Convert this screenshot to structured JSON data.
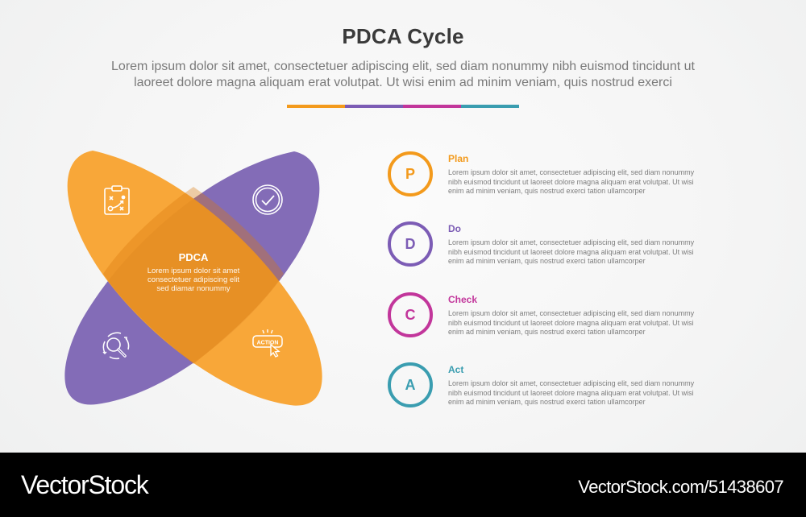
{
  "header": {
    "title": "PDCA Cycle",
    "subtitle_line1": "Lorem ipsum dolor sit amet, consectetuer adipiscing elit, sed diam nonummy nibh euismod tincidunt ut",
    "subtitle_line2": "laoreet dolore magna aliquam erat volutpat. Ut wisi enim ad minim veniam, quis nostrud exerci"
  },
  "colors": {
    "plan": "#f39a1c",
    "do": "#7c5cb5",
    "check": "#c2369b",
    "act": "#3a9db0",
    "orange_petal": "#f7a02a",
    "purple_petal": "#836cb7",
    "title_text": "#3a3a3a",
    "body_text": "#7d7d7d"
  },
  "divider": [
    "#f39a1c",
    "#7c5cb5",
    "#c2369b",
    "#3a9db0"
  ],
  "diagram": {
    "center_title": "PDCA",
    "center_line1": "Lorem ipsum dolor sit amet",
    "center_line2": "consectetuer adipiscing elit",
    "center_line3": "sed diamar nonummy",
    "icons": [
      {
        "name": "strategy-clipboard-icon",
        "position": "top-left"
      },
      {
        "name": "check-circle-icon",
        "position": "top-right"
      },
      {
        "name": "search-cycle-icon",
        "position": "bottom-left"
      },
      {
        "name": "action-button-icon",
        "position": "bottom-right",
        "label": "ACTION"
      }
    ]
  },
  "steps": [
    {
      "letter": "P",
      "title": "Plan",
      "color": "#f39a1c",
      "line1": "Lorem ipsum dolor sit amet, consectetuer adipiscing elit, sed diam nonummy",
      "line2": "nibh euismod tincidunt ut laoreet dolore magna aliquam erat volutpat. Ut wisi",
      "line3": "enim ad minim veniam, quis nostrud exerci tation ullamcorper"
    },
    {
      "letter": "D",
      "title": "Do",
      "color": "#7c5cb5",
      "line1": "Lorem ipsum dolor sit amet, consectetuer adipiscing elit, sed diam nonummy",
      "line2": "nibh euismod tincidunt ut laoreet dolore magna aliquam erat volutpat. Ut wisi",
      "line3": "enim ad minim veniam, quis nostrud exerci tation ullamcorper"
    },
    {
      "letter": "C",
      "title": "Check",
      "color": "#c2369b",
      "line1": "Lorem ipsum dolor sit amet, consectetuer adipiscing elit, sed diam nonummy",
      "line2": "nibh euismod tincidunt ut laoreet dolore magna aliquam erat volutpat. Ut wisi",
      "line3": "enim ad minim veniam, quis nostrud exerci tation ullamcorper"
    },
    {
      "letter": "A",
      "title": "Act",
      "color": "#3a9db0",
      "line1": "Lorem ipsum dolor sit amet, consectetuer adipiscing elit, sed diam nonummy",
      "line2": "nibh euismod tincidunt ut laoreet dolore magna aliquam erat volutpat. Ut wisi",
      "line3": "enim ad minim veniam, quis nostrud exerci tation ullamcorper"
    }
  ],
  "footer": {
    "brand": "VectorStock",
    "url": "VectorStock.com/51438607"
  }
}
